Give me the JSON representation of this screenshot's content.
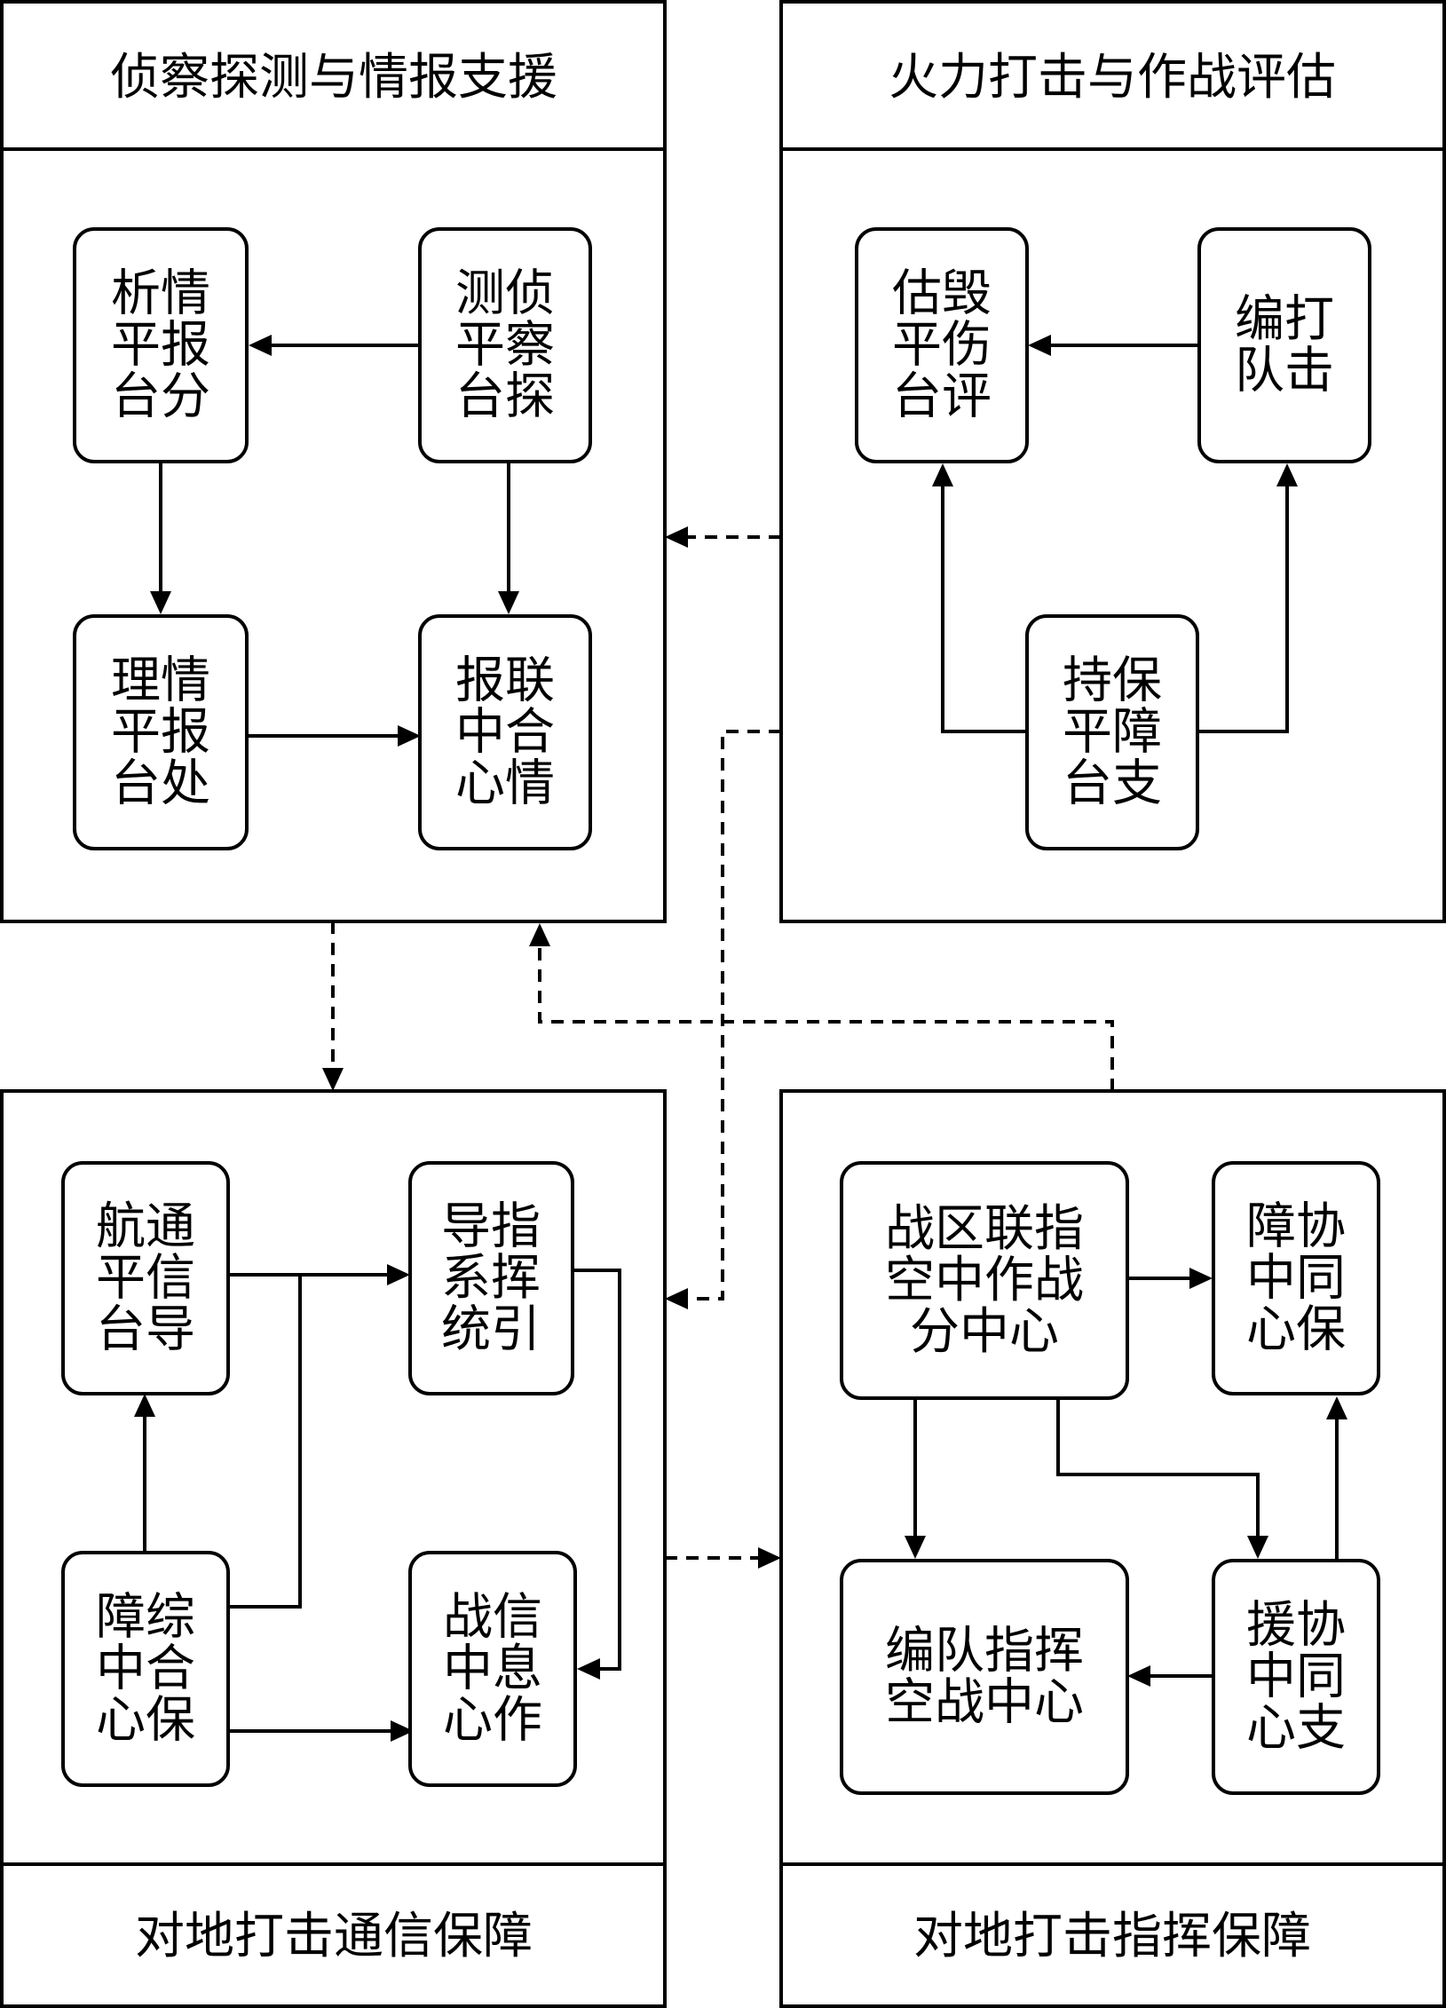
{
  "panels": {
    "recon": {
      "title": "侦察探测与情报支援"
    },
    "fire": {
      "title": "火力打击与作战评估"
    },
    "comm": {
      "title": "对地打击通信保障"
    },
    "command": {
      "title": "对地打击指挥保障"
    }
  },
  "nodes": {
    "recon": {
      "analysis": {
        "lines": [
          "析情",
          "平报",
          "台分"
        ]
      },
      "detect": {
        "lines": [
          "测侦",
          "平察",
          "台探"
        ]
      },
      "process": {
        "lines": [
          "理情",
          "平报",
          "台处"
        ]
      },
      "fusion": {
        "lines": [
          "报联",
          "中合",
          "心情"
        ]
      }
    },
    "fire": {
      "assess": {
        "lines": [
          "估毁",
          "平伤",
          "台评"
        ]
      },
      "strike": {
        "lines": [
          "编打",
          "队击"
        ]
      },
      "support": {
        "lines": [
          "持保",
          "平障",
          "台支"
        ]
      }
    },
    "comm": {
      "navcomm": {
        "lines": [
          "航通",
          "平信",
          "台导"
        ]
      },
      "guidance": {
        "lines": [
          "导指",
          "系挥",
          "统引"
        ]
      },
      "integrated": {
        "lines": [
          "障综",
          "中合",
          "心保"
        ]
      },
      "infoops": {
        "lines": [
          "战信",
          "中息",
          "心作"
        ]
      }
    },
    "command": {
      "theater": {
        "lines": [
          "战区联指",
          "空中作战",
          "分中心"
        ]
      },
      "coordsec": {
        "lines": [
          "障协",
          "中同",
          "心保"
        ]
      },
      "formation": {
        "lines": [
          "编队指挥",
          "空战中心"
        ]
      },
      "coordsup": {
        "lines": [
          "援协",
          "中同",
          "心支"
        ]
      }
    }
  }
}
